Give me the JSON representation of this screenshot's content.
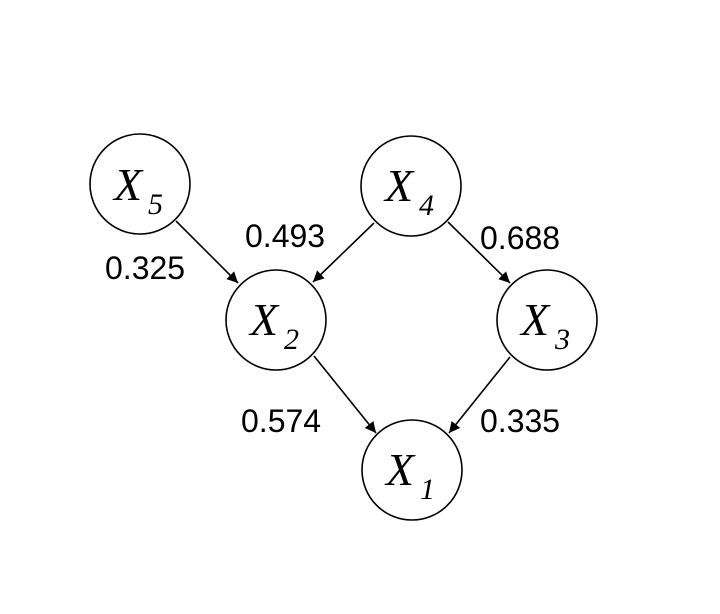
{
  "nodes": {
    "x1": {
      "var": "X",
      "sub": "1"
    },
    "x2": {
      "var": "X",
      "sub": "2"
    },
    "x3": {
      "var": "X",
      "sub": "3"
    },
    "x4": {
      "var": "X",
      "sub": "4"
    },
    "x5": {
      "var": "X",
      "sub": "5"
    }
  },
  "edges": [
    {
      "from": "X5",
      "to": "X2",
      "weight": "0.325"
    },
    {
      "from": "X4",
      "to": "X2",
      "weight": "0.493"
    },
    {
      "from": "X4",
      "to": "X3",
      "weight": "0.688"
    },
    {
      "from": "X2",
      "to": "X1",
      "weight": "0.574"
    },
    {
      "from": "X3",
      "to": "X1",
      "weight": "0.335"
    }
  ],
  "colors": {
    "stroke": "#000000",
    "background": "#ffffff"
  }
}
